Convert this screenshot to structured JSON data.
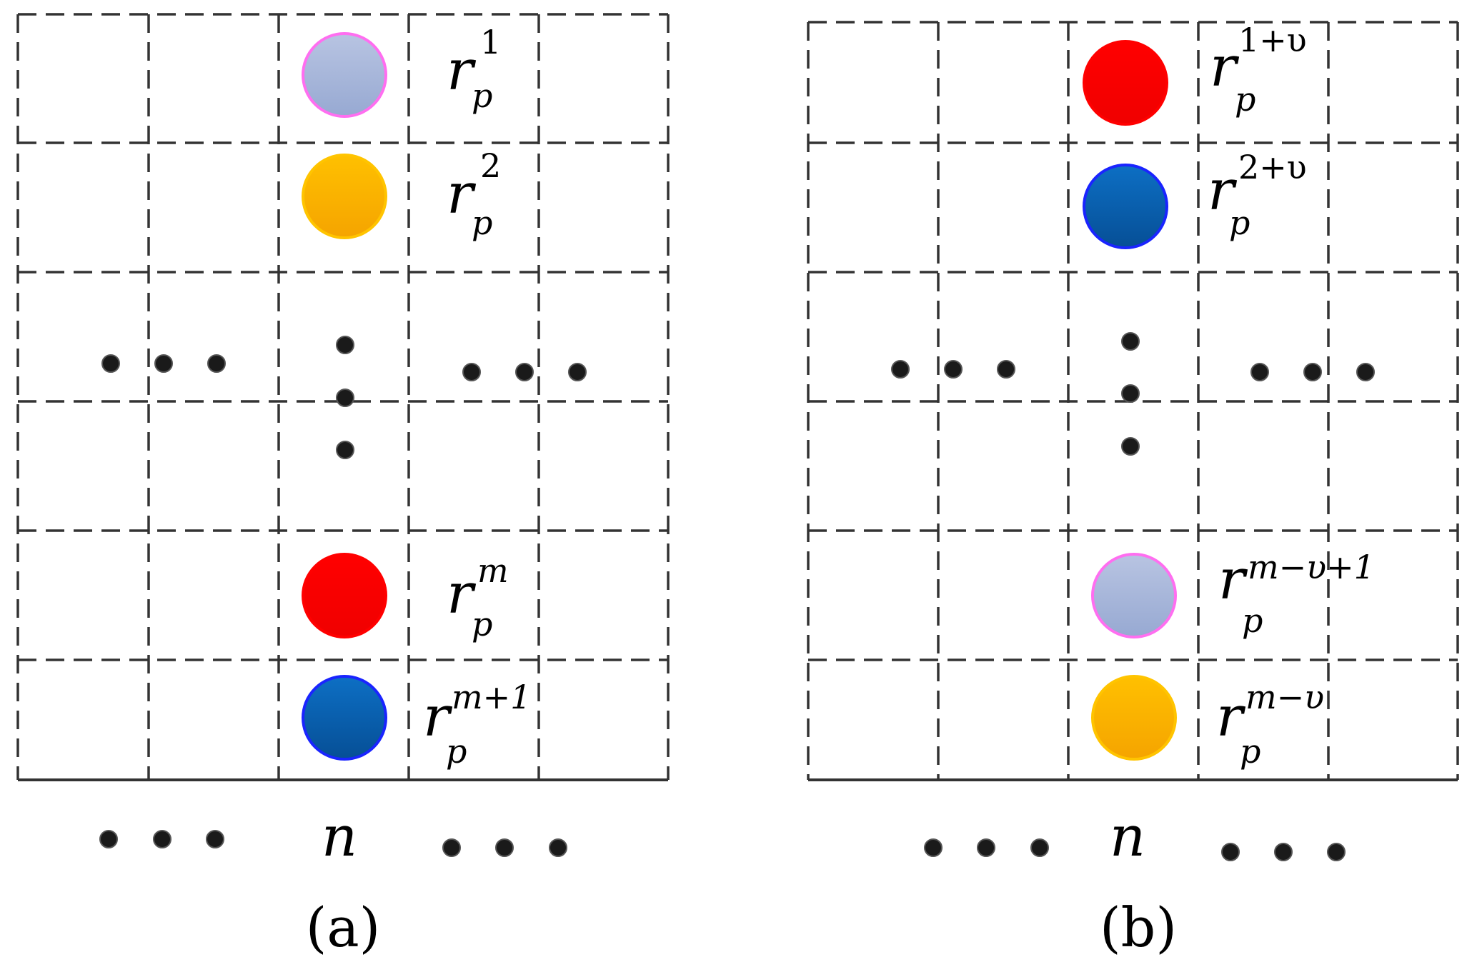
{
  "panels": [
    {
      "id": "a",
      "caption": "(a)",
      "column_label": "n",
      "markers": [
        {
          "label_base": "r",
          "label_sub": "p",
          "label_sup": "1",
          "color": "#a9b8dc",
          "border": "#ff6ef0"
        },
        {
          "label_base": "r",
          "label_sub": "p",
          "label_sup": "2",
          "color": "#ffb800",
          "border": "#ffc400"
        },
        {
          "label_base": "r",
          "label_sub": "p",
          "label_sup": "m",
          "color": "#ff0000",
          "border": "#ff0000"
        },
        {
          "label_base": "r",
          "label_sub": "p",
          "label_sup": "m+1",
          "color": "#0a63b4",
          "border": "#1a24ff"
        }
      ]
    },
    {
      "id": "b",
      "caption": "(b)",
      "column_label": "n",
      "markers": [
        {
          "label_base": "r",
          "label_sub": "p",
          "label_sup": "1+υ",
          "color": "#ff0000",
          "border": "#ff0000"
        },
        {
          "label_base": "r",
          "label_sub": "p",
          "label_sup": "2+υ",
          "color": "#0a63b4",
          "border": "#1a24ff"
        },
        {
          "label_base": "r",
          "label_sub": "p",
          "label_sup": "m−υ+1",
          "color": "#a9b8dc",
          "border": "#ff6ef0"
        },
        {
          "label_base": "r",
          "label_sub": "p",
          "label_sup": "m−υ",
          "color": "#ffb800",
          "border": "#ffc400"
        }
      ]
    }
  ]
}
